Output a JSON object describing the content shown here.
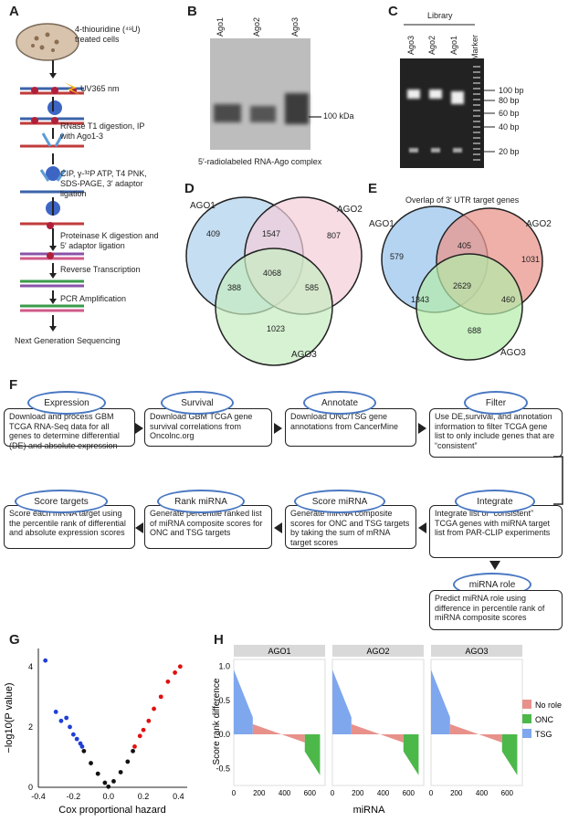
{
  "panels": {
    "A": "A",
    "B": "B",
    "C": "C",
    "D": "D",
    "E": "E",
    "F": "F",
    "G": "G",
    "H": "H"
  },
  "panelA": {
    "steps": [
      "4-thiouridine (⁴ˢU) treated cells",
      "UV365 nm",
      "RNase T1 digestion, IP with Ago1-3",
      "CIP, γ-³²P ATP, T4 PNK, SDS-PAGE, 3′ adaptor ligation",
      "Proteinase K digestion and 5′ adaptor ligation",
      "Reverse Transcription",
      "PCR Amplification",
      "Next Generation Sequencing"
    ]
  },
  "panelB": {
    "lanes": [
      "Ago1",
      "Ago2",
      "Ago3"
    ],
    "marker": "100 kDa",
    "caption": "5′-radiolabeled RNA-Ago complex"
  },
  "panelC": {
    "header": "Library",
    "lanes": [
      "Ago3",
      "Ago2",
      "Ago1",
      "Marker"
    ],
    "markers": [
      "100 bp",
      "80 bp",
      "60 bp",
      "40 bp",
      "20 bp"
    ]
  },
  "panelD": {
    "labels": [
      "AGO1",
      "AGO2",
      "AGO3"
    ],
    "counts": {
      "only1": "409",
      "only2": "807",
      "only3": "1023",
      "ab": "1547",
      "ac": "388",
      "bc": "585",
      "abc": "4068"
    },
    "colors": [
      "#bcd8ee",
      "#f3cdd8",
      "#c6ecc0"
    ]
  },
  "panelE": {
    "title": "Overlap of 3′ UTR target genes",
    "labels": [
      "AGO1",
      "AGO2",
      "AGO3"
    ],
    "counts": {
      "only1": "579",
      "only2": "1031",
      "only3": "688",
      "ab": "405",
      "ac": "1343",
      "bc": "460",
      "abc": "2629"
    },
    "colors": [
      "#a7cdee",
      "#e9968c",
      "#b4ecaa"
    ]
  },
  "panelF": {
    "steps": [
      {
        "oval": "Expression",
        "text": "Download and process GBM TCGA RNA-Seq data for all genes to determine differential (DE) and absolute expression"
      },
      {
        "oval": "Survival",
        "text": "Download GBM TCGA gene survival correlations from Oncolnc.org"
      },
      {
        "oval": "Annotate",
        "text": "Download ONC/TSG gene annotations from CancerMine"
      },
      {
        "oval": "Filter",
        "text": "Use DE,survival, and annotation information to filter TCGA gene list to only include genes that are “consistent”"
      },
      {
        "oval": "Score targets",
        "text": "Score each mRNA target using the percentile rank of differential and absolute expression scores"
      },
      {
        "oval": "Rank miRNA",
        "text": "Generate percentile ranked list of miRNA composite scores for ONC and TSG targets"
      },
      {
        "oval": "Score miRNA",
        "text": "Generate miRNA composite scores for ONC and TSG targets by taking the sum of mRNA target scores"
      },
      {
        "oval": "Integrate",
        "text": "Integrate list of “consistent” TCGA genes with miRNA target list from PAR-CLIP experiments"
      },
      {
        "oval": "miRNA role",
        "text": "Predict miRNA role using difference in percentile rank of miRNA composite scores"
      }
    ]
  },
  "chart_data": [
    {
      "type": "scatter",
      "xlabel": "Cox proportional hazard",
      "ylabel": "−log10(P value)",
      "xlim": [
        -0.4,
        0.45
      ],
      "ylim": [
        0,
        4.6
      ],
      "xticks": [
        "-0.4",
        "-0.2",
        "0.0",
        "0.2",
        "0.4"
      ],
      "yticks": [
        "0",
        "2",
        "4"
      ],
      "series": [
        {
          "values": [
            [
              -0.36,
              4.2
            ],
            [
              -0.3,
              2.5
            ],
            [
              -0.27,
              2.2
            ],
            [
              -0.24,
              2.3
            ],
            [
              -0.22,
              2.0
            ],
            [
              -0.2,
              1.75
            ],
            [
              -0.18,
              1.6
            ],
            [
              -0.16,
              1.45
            ],
            [
              -0.15,
              1.35
            ]
          ],
          "color": "#1f3fd6"
        },
        {
          "values": [
            [
              0.15,
              1.35
            ],
            [
              0.18,
              1.7
            ],
            [
              0.2,
              1.9
            ],
            [
              0.23,
              2.2
            ],
            [
              0.26,
              2.6
            ],
            [
              0.3,
              3.0
            ],
            [
              0.34,
              3.5
            ],
            [
              0.38,
              3.8
            ],
            [
              0.41,
              4.0
            ]
          ],
          "color": "#e01010"
        },
        {
          "values": [
            [
              -0.14,
              1.2
            ],
            [
              -0.1,
              0.8
            ],
            [
              -0.06,
              0.45
            ],
            [
              -0.02,
              0.15
            ],
            [
              0.0,
              0.02
            ],
            [
              0.03,
              0.2
            ],
            [
              0.07,
              0.5
            ],
            [
              0.11,
              0.85
            ],
            [
              0.14,
              1.2
            ]
          ],
          "color": "#111111"
        }
      ]
    },
    {
      "type": "bar",
      "facets": [
        "AGO1",
        "AGO2",
        "AGO3"
      ],
      "xlabel": "miRNA",
      "ylabel": "Score rank difference",
      "xticks": [
        "0",
        "200",
        "400",
        "600"
      ],
      "yticks": [
        "1.0",
        "0.5",
        "0.0",
        "-0.5"
      ],
      "ylim": [
        -0.75,
        1.1
      ],
      "xlim": [
        0,
        720
      ],
      "legend": [
        "No role",
        "ONC",
        "TSG"
      ],
      "colors": {
        "No role": "#e8918a",
        "ONC": "#4cb84a",
        "TSG": "#7ea7ee"
      },
      "series": [
        {
          "name": "TSG",
          "x_range": [
            0,
            150
          ],
          "values_start": 0.95,
          "values_end": 0.25
        },
        {
          "name": "No role",
          "x_range": [
            150,
            560
          ],
          "values_start": 0.15,
          "values_end": -0.12
        },
        {
          "name": "ONC",
          "x_range": [
            560,
            680
          ],
          "values_start": -0.25,
          "values_end": -0.6
        }
      ]
    }
  ]
}
